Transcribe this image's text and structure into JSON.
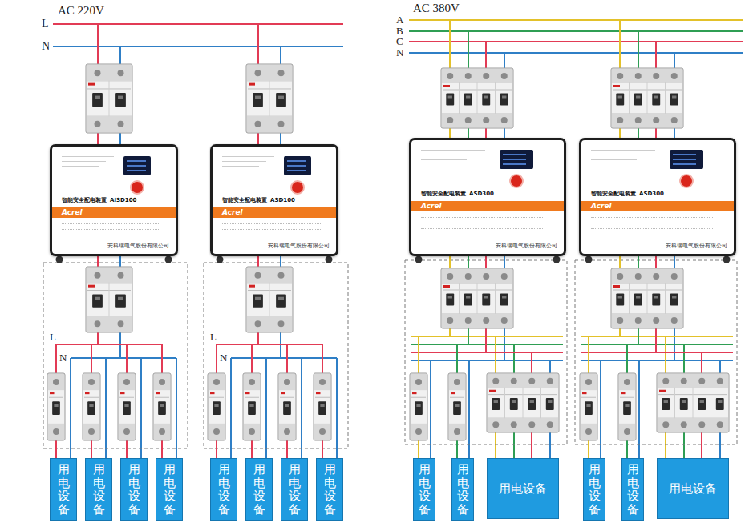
{
  "diagram": {
    "nodes": [
      {
        "text": [
          "智能安全配电装置",
          "AISD100",
          "Acrel",
          "安科瑞电气股份有限公司"
        ]
      },
      {
        "text": [
          "智能安全配电装置",
          "ASD100",
          "Acrel",
          "安科瑞电气股份有限公司"
        ]
      },
      {
        "text": [
          "智能安全配电装置",
          "ASD300",
          "Acrel",
          "安科瑞电气股份有限公司"
        ]
      },
      {
        "text": [
          "智能安全配电装置",
          "ASD300",
          "Acrel",
          "安科瑞电气股份有限公司"
        ]
      },
      {
        "text": [
          "用电设备"
        ]
      },
      {
        "text": [
          "用电设备"
        ]
      },
      {
        "text": [
          "用电设备"
        ]
      },
      {
        "text": [
          "用电设备"
        ]
      },
      {
        "text": [
          "用电设备"
        ]
      },
      {
        "text": [
          "用电设备"
        ]
      },
      {
        "text": [
          "用电设备"
        ]
      },
      {
        "text": [
          "用电设备"
        ]
      },
      {
        "text": [
          "用电设备"
        ]
      },
      {
        "text": [
          "用电设备"
        ]
      },
      {
        "text": [
          "用电设备"
        ]
      },
      {
        "text": [
          "用电设备"
        ]
      },
      {
        "text": [
          "用电设备"
        ]
      },
      {
        "text": [
          "用电设备"
        ]
      }
    ],
    "edges": [
      {
        "from": 0,
        "to": 4,
        "arrow": "none"
      },
      {
        "from": 0,
        "to": 5,
        "arrow": "none"
      },
      {
        "from": 0,
        "to": 6,
        "arrow": "none"
      },
      {
        "from": 0,
        "to": 7,
        "arrow": "none"
      },
      {
        "from": 1,
        "to": 8,
        "arrow": "none"
      },
      {
        "from": 1,
        "to": 9,
        "arrow": "none"
      },
      {
        "from": 1,
        "to": 10,
        "arrow": "none"
      },
      {
        "from": 1,
        "to": 11,
        "arrow": "none"
      },
      {
        "from": 2,
        "to": 12,
        "arrow": "none"
      },
      {
        "from": 2,
        "to": 13,
        "arrow": "none"
      },
      {
        "from": 2,
        "to": 14,
        "arrow": "none"
      },
      {
        "from": 3,
        "to": 15,
        "arrow": "none"
      },
      {
        "from": 3,
        "to": 16,
        "arrow": "none"
      },
      {
        "from": 3,
        "to": 17,
        "arrow": "none"
      }
    ],
    "labels": [
      "AC 220V",
      "L",
      "N",
      "AC 380V",
      "A",
      "B",
      "C",
      "N",
      "L",
      "N",
      "L",
      "N"
    ]
  }
}
